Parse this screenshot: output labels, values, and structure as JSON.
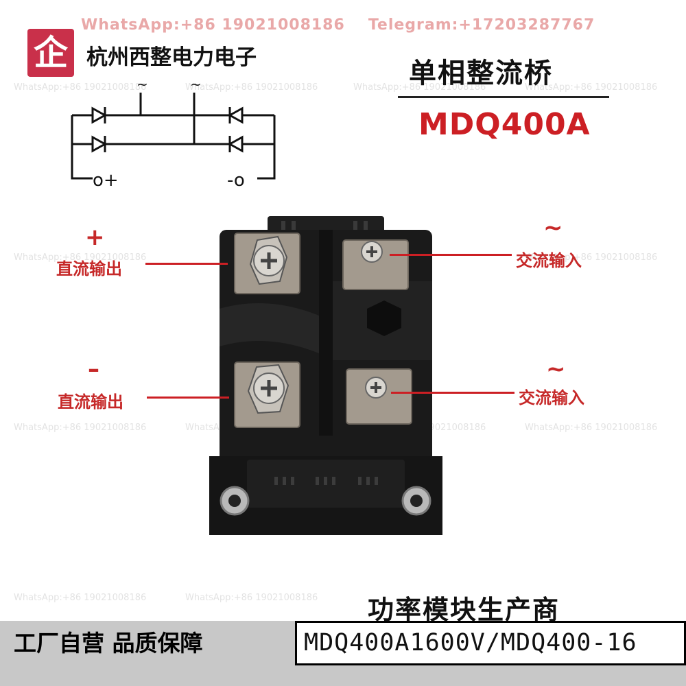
{
  "watermark": {
    "whatsapp": "WhatsApp:+86 19021008186",
    "telegram": "Telegram:+17203287767",
    "repeat_text": "WhatsApp:+86 19021008186"
  },
  "logo": {
    "glyph": "企"
  },
  "company": "杭州西整电力电子",
  "product_type": "单相整流桥",
  "model": "MDQ400A",
  "circuit": {
    "ac_symbol": "~",
    "pos_label": "o+",
    "neg_label": "-o"
  },
  "labels": {
    "plus_symbol": "+",
    "minus_symbol": "–",
    "tilde_symbol": "~",
    "dc_out": "直流输出",
    "ac_in": "交流输入"
  },
  "footer": {
    "tagline": "功率模块生产商",
    "left_bar": "工厂自营 品质保障",
    "right_bar": "MDQ400A1600V/MDQ400-16"
  },
  "colors": {
    "accent_red": "#cc1f24",
    "logo_red": "#c9304a",
    "module_black": "#1a1a1a"
  }
}
